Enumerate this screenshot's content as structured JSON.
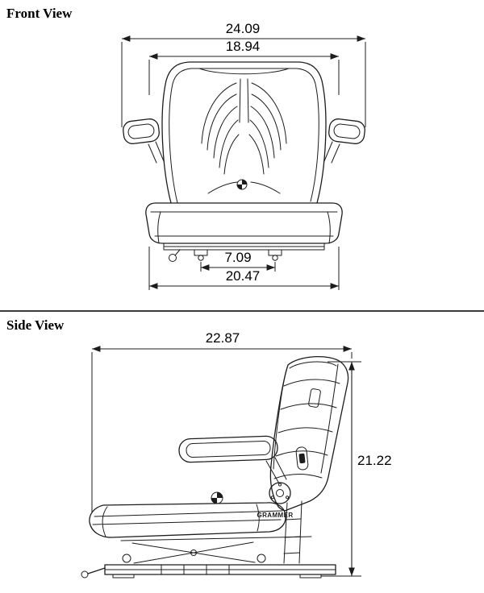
{
  "page": {
    "background": "#ffffff",
    "line_color": "#1c1c1c"
  },
  "front_view": {
    "title": "Front View",
    "dims": {
      "overall_width": "24.09",
      "backrest_width": "18.94",
      "mount_spacing": "7.09",
      "base_width": "20.47"
    }
  },
  "side_view": {
    "title": "Side View",
    "dims": {
      "overall_depth": "22.87",
      "overall_height": "21.22"
    },
    "brand_label": "GRAMMER"
  }
}
